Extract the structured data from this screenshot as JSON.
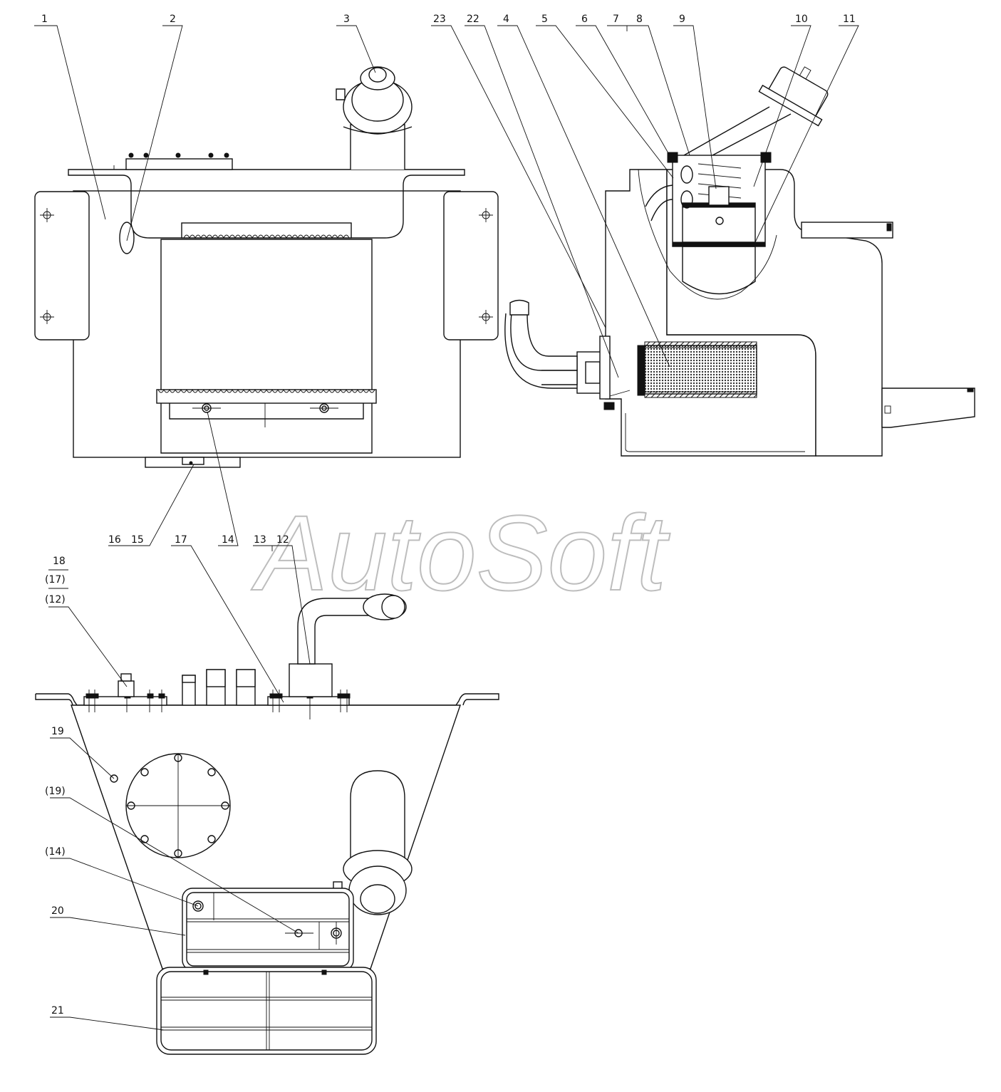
{
  "watermark": "AutoSoft",
  "labels": {
    "l1": "1",
    "l2": "2",
    "l3": "3",
    "l4": "4",
    "l5": "5",
    "l6": "6",
    "l7": "7",
    "l8": "8",
    "l9": "9",
    "l10": "10",
    "l11": "11",
    "l12": "12",
    "l13": "13",
    "l14": "14",
    "l15": "15",
    "l16": "16",
    "l17": "17",
    "l18": "18",
    "l19": "19",
    "l20": "20",
    "l21": "21",
    "l22": "22",
    "l23": "23",
    "p17": "(17)",
    "p12": "(12)",
    "p19": "(19)",
    "p14": "(14)"
  }
}
